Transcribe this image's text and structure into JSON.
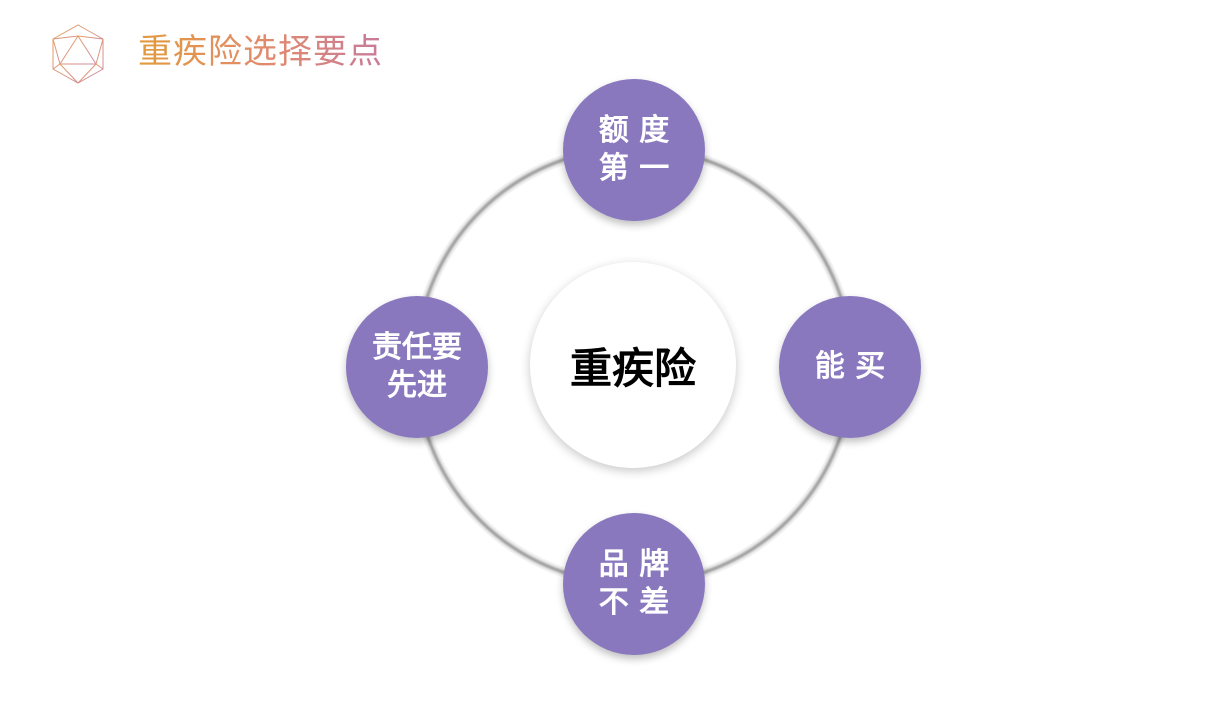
{
  "slide": {
    "title": "重疾险选择要点",
    "logo_icon": "icosahedron-logo-icon"
  },
  "diagram": {
    "center": "重疾险",
    "nodes": {
      "top": {
        "line1": "额 度",
        "line2": "第 一"
      },
      "right": {
        "line1": "能 买",
        "line2": ""
      },
      "bottom": {
        "line1": "品 牌",
        "line2": "不 差"
      },
      "left": {
        "line1": "责任要",
        "line2": "先进"
      }
    },
    "colors": {
      "node_fill": "#8a78bf",
      "ring_stroke": "#8c8c8c",
      "title_gradient_start": "#e39a3d",
      "title_gradient_end": "#c77b9a"
    }
  }
}
